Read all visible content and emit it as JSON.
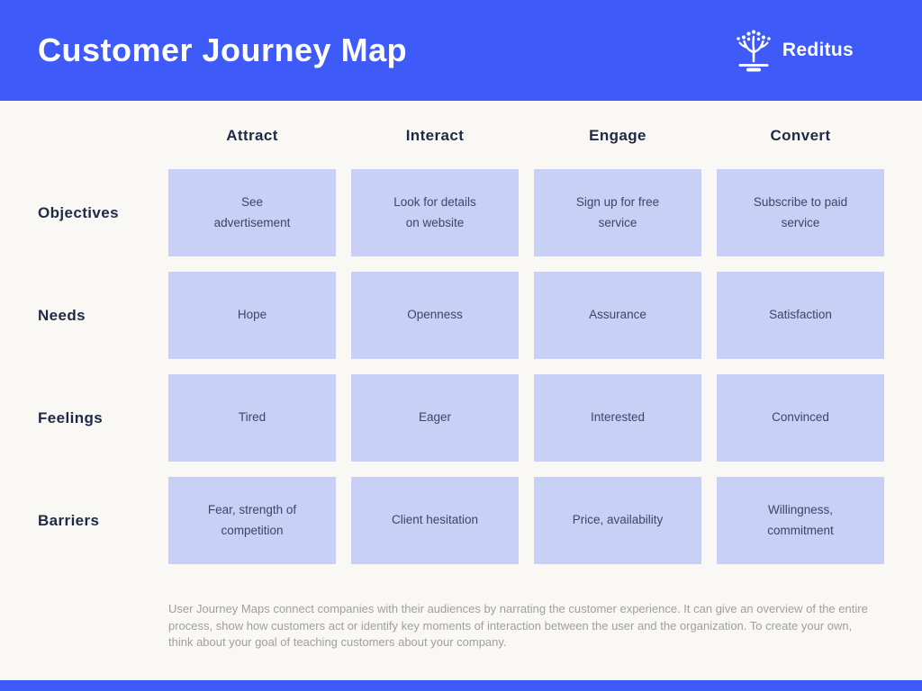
{
  "header": {
    "title": "Customer Journey Map",
    "brand_name": "Reditus"
  },
  "colors": {
    "header_blue": "#3e5bfa",
    "page_background": "#faf8f5",
    "cell_lavender": "#c8d0f5",
    "heading_text": "#1e2a45",
    "cell_text": "#3c4666",
    "footer_text": "#a29e99"
  },
  "columns": [
    "Attract",
    "Interact",
    "Engage",
    "Convert"
  ],
  "rows": [
    {
      "label": "Objectives",
      "cells": [
        "See\nadvertisement",
        "Look for details\non website",
        "Sign up for free\nservice",
        "Subscribe to paid\nservice"
      ]
    },
    {
      "label": "Needs",
      "cells": [
        "Hope",
        "Openness",
        "Assurance",
        "Satisfaction"
      ]
    },
    {
      "label": "Feelings",
      "cells": [
        "Tired",
        "Eager",
        "Interested",
        "Convinced"
      ]
    },
    {
      "label": "Barriers",
      "cells": [
        "Fear, strength of\ncompetition",
        "Client hesitation",
        "Price, availability",
        "Willingness,\ncommitment"
      ]
    }
  ],
  "footer": {
    "description": "User Journey Maps connect companies with their audiences by narrating the customer experience. It can give an overview of the entire process, show how customers act or identify key moments of interaction between the user and the organization. To create your own, think about your goal of teaching customers about your company."
  }
}
